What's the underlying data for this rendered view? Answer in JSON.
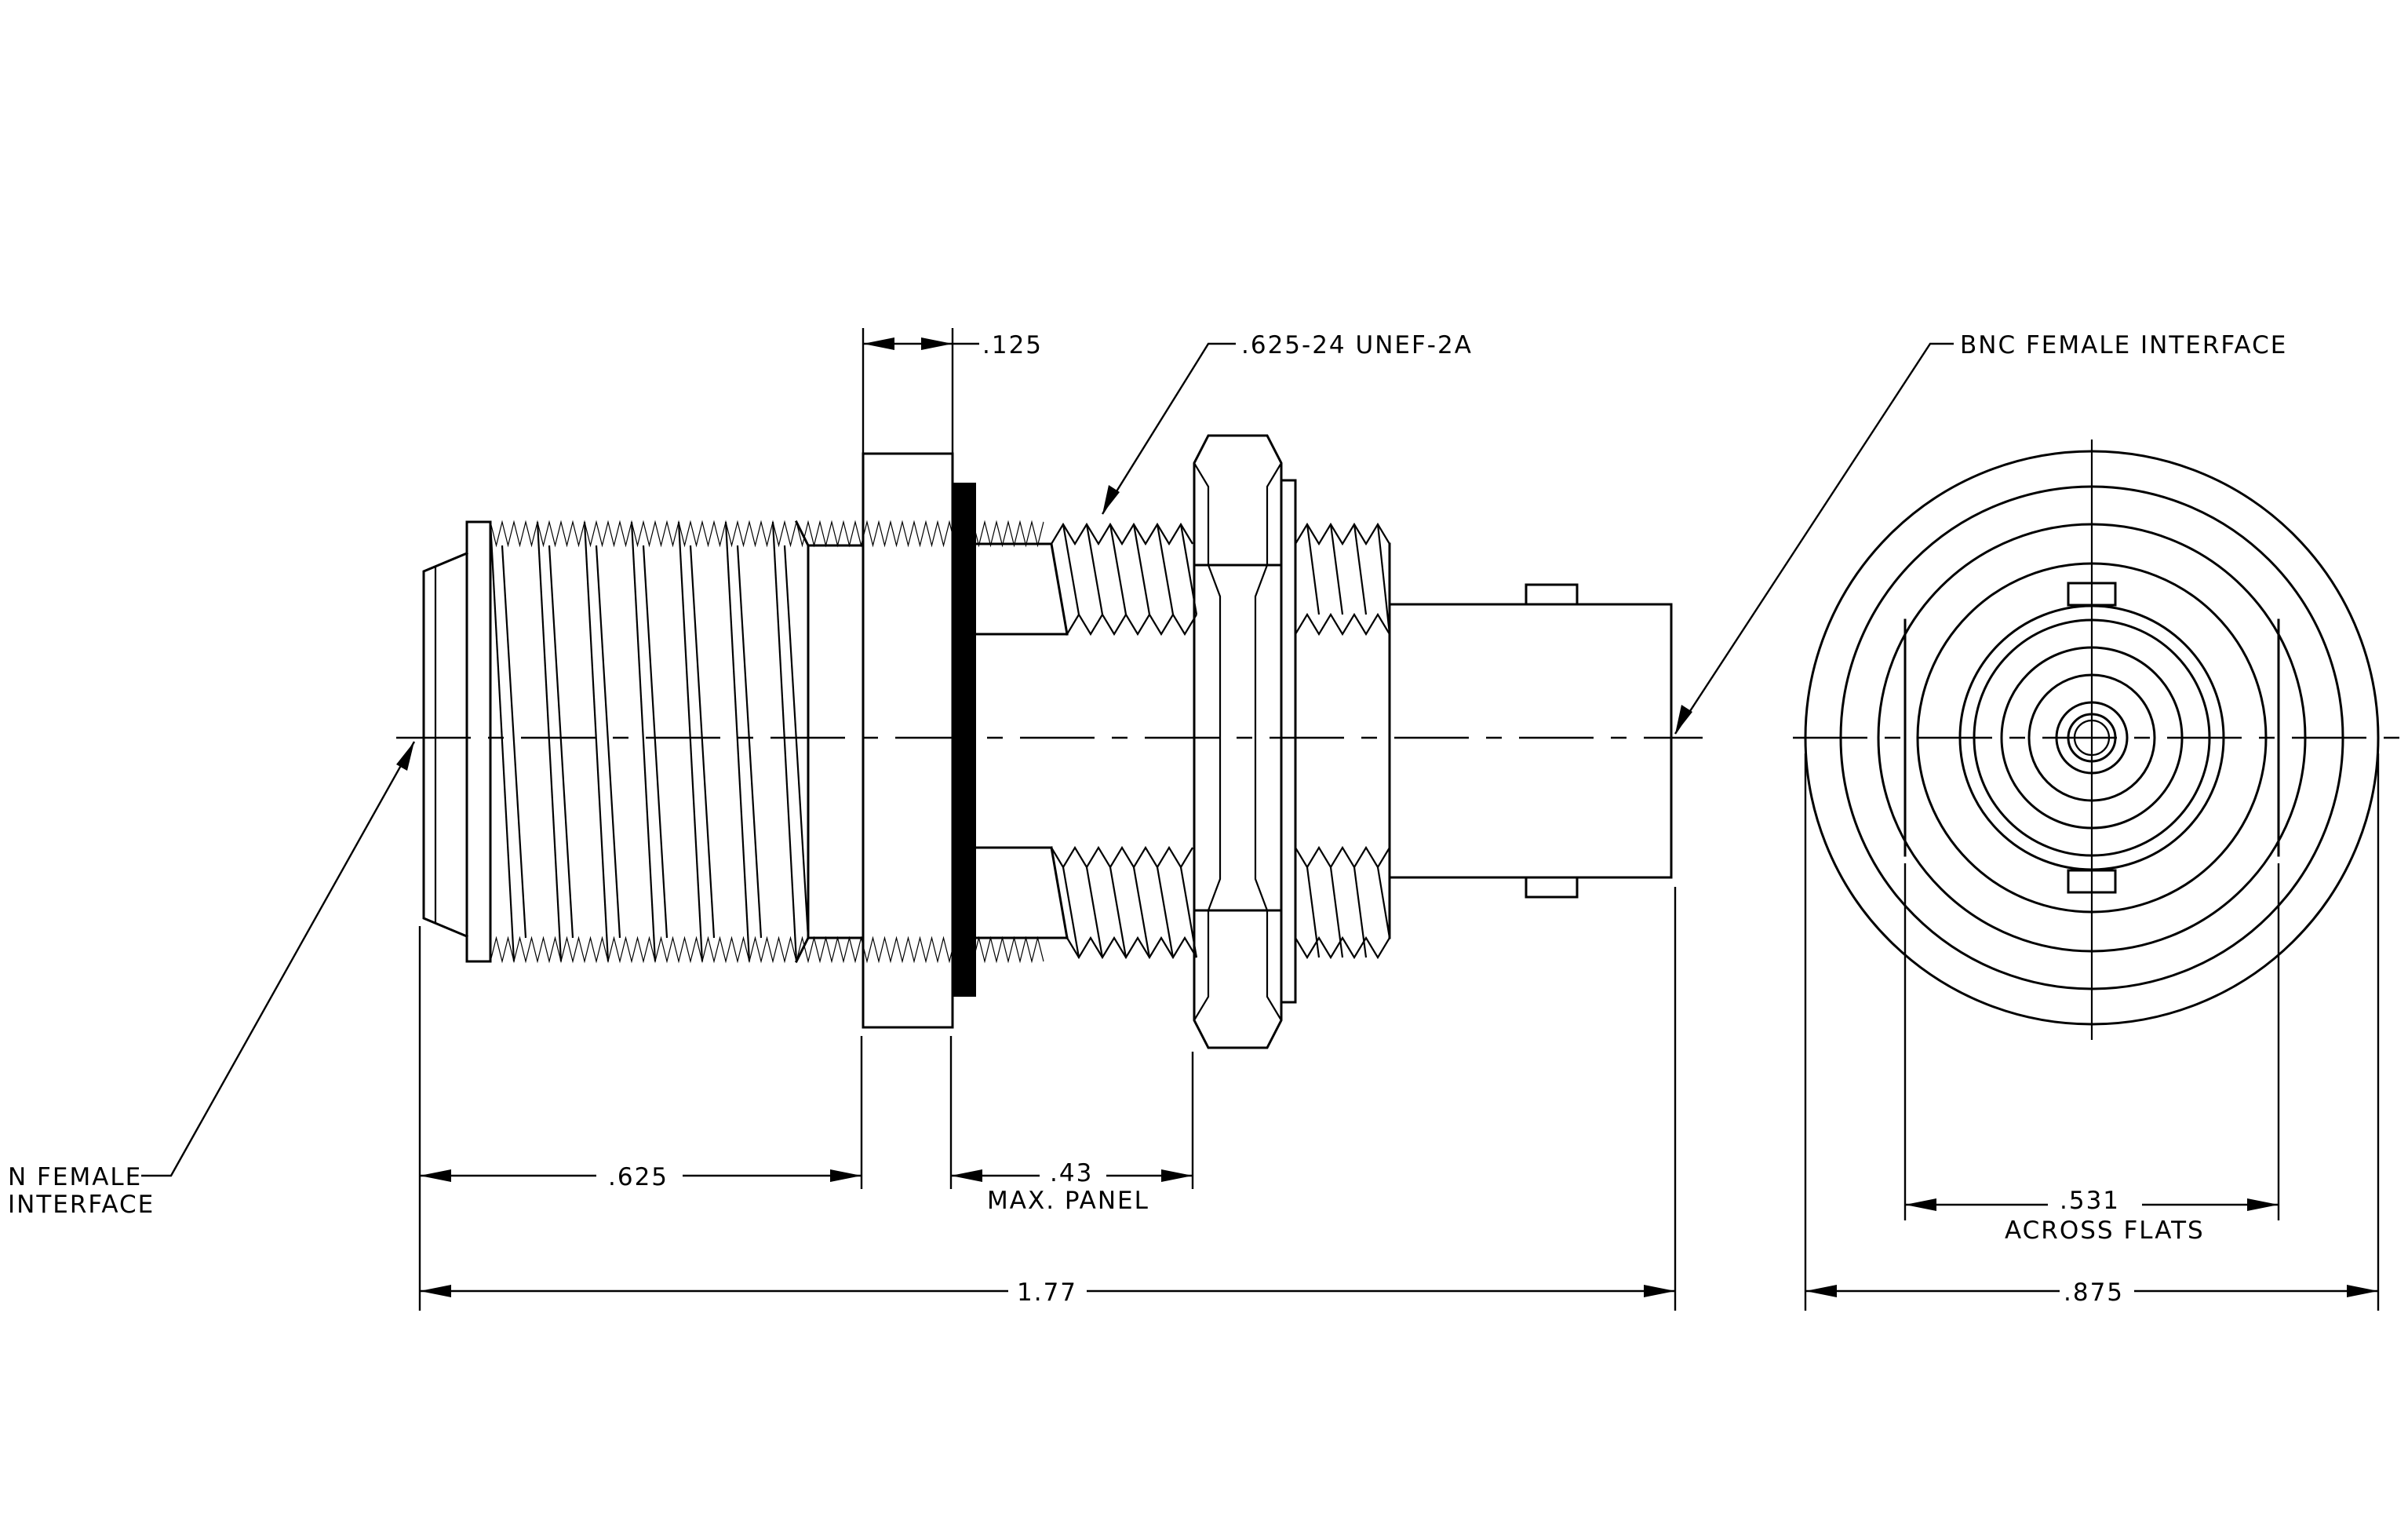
{
  "labels": {
    "thickness": ".125",
    "thread_spec": ".625-24 UNEF-2A",
    "bnc_interface": "BNC FEMALE INTERFACE",
    "n_interface_line1": "N FEMALE",
    "n_interface_line2": "INTERFACE",
    "n_length": ".625",
    "panel_value": ".43",
    "panel_text": "MAX. PANEL",
    "overall_length": "1.77",
    "across_flats_value": ".531",
    "across_flats_text": "ACROSS FLATS",
    "diameter": ".875"
  }
}
